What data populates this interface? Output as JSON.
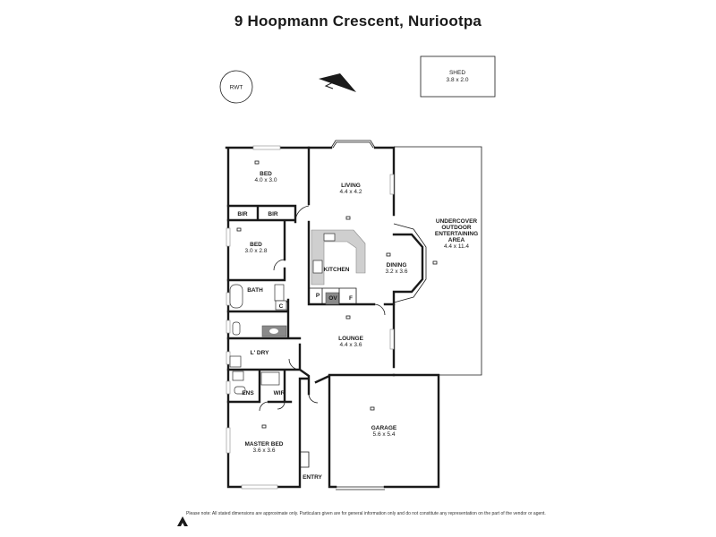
{
  "title": "9 Hoopmann Crescent, Nuriootpa",
  "outside": {
    "rwt": "RWT",
    "shed_name": "SHED",
    "shed_dim": "3.8 x 2.0"
  },
  "rooms": {
    "bed1_name": "BED",
    "bed1_dim": "4.0 x 3.0",
    "bir1": "BIR",
    "bir2": "BIR",
    "bed2_name": "BED",
    "bed2_dim": "3.0 x 2.8",
    "living_name": "LIVING",
    "living_dim": "4.4 x 4.2",
    "kitchen": "KITCHEN",
    "pantry": "P",
    "oven": "OV",
    "fridge": "F",
    "dining_name": "DINING",
    "dining_dim": "3.2 x 3.6",
    "outdoor_l1": "UNDERCOVER",
    "outdoor_l2": "OUTDOOR",
    "outdoor_l3": "ENTERTAINING",
    "outdoor_l4": "AREA",
    "outdoor_dim": "4.4 x 11.4",
    "bath": "BATH",
    "cupboard": "C",
    "laundry": "L' DRY",
    "lounge_name": "LOUNGE",
    "lounge_dim": "4.4 x 3.6",
    "ens": "ENS",
    "wir": "WIR",
    "master_name": "MASTER BED",
    "master_dim": "3.6 x 3.6",
    "garage_name": "GARAGE",
    "garage_dim": "5.6 x 5.4",
    "entry": "ENTRY"
  },
  "disclaimer": "Please note: All stated dimensions are approximate only. Particulars given are for general information only and do not constitute any representation on the part of the vendor or agent.",
  "icons": [
    "north-arrow-icon",
    "company-logo-icon"
  ],
  "colors": {
    "wall": "#1a1a1a",
    "fixture_grey": "#cfcfcf",
    "dark_fixture": "#8a8a8a"
  }
}
